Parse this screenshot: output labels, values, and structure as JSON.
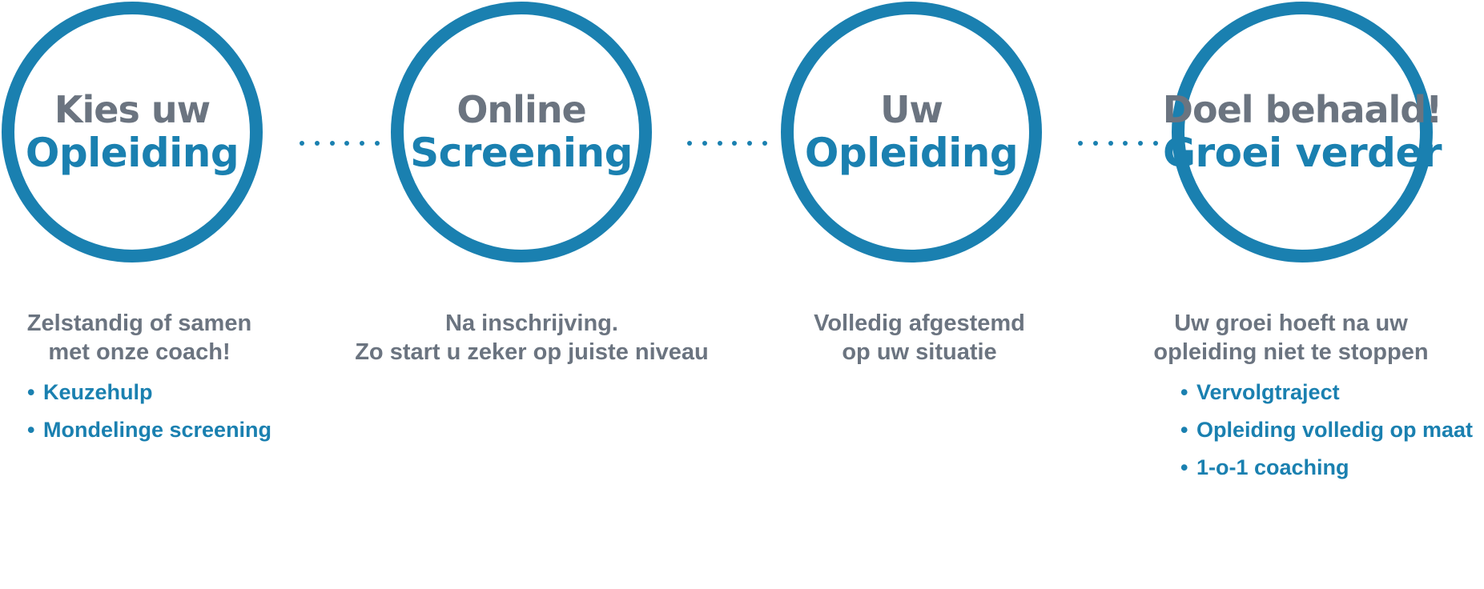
{
  "steps": [
    {
      "title_top": "Kies uw",
      "title_bottom": "Opleiding",
      "description": [
        "Zelstandig of samen",
        "met onze coach!"
      ],
      "bullets": [
        "Keuzehulp",
        "Mondelinge screening"
      ]
    },
    {
      "title_top": "Online",
      "title_bottom": "Screening",
      "description": [
        "Na inschrijving.",
        "Zo start u zeker op juiste niveau"
      ],
      "bullets": []
    },
    {
      "title_top": "Uw",
      "title_bottom": "Opleiding",
      "description": [
        "Volledig afgestemd",
        "op uw situatie"
      ],
      "bullets": []
    },
    {
      "title_top": "Doel behaald!",
      "title_bottom": "Groei verder",
      "description": [
        "Uw groei hoeft na uw",
        "opleiding niet te stoppen"
      ],
      "bullets": [
        "Vervolgtraject",
        "Opleiding volledig op maat",
        "1-o-1 coaching"
      ]
    }
  ],
  "bullet_symbol": "•",
  "colors": {
    "accent": "#1a80b0",
    "text_gray": "#6b7480"
  }
}
